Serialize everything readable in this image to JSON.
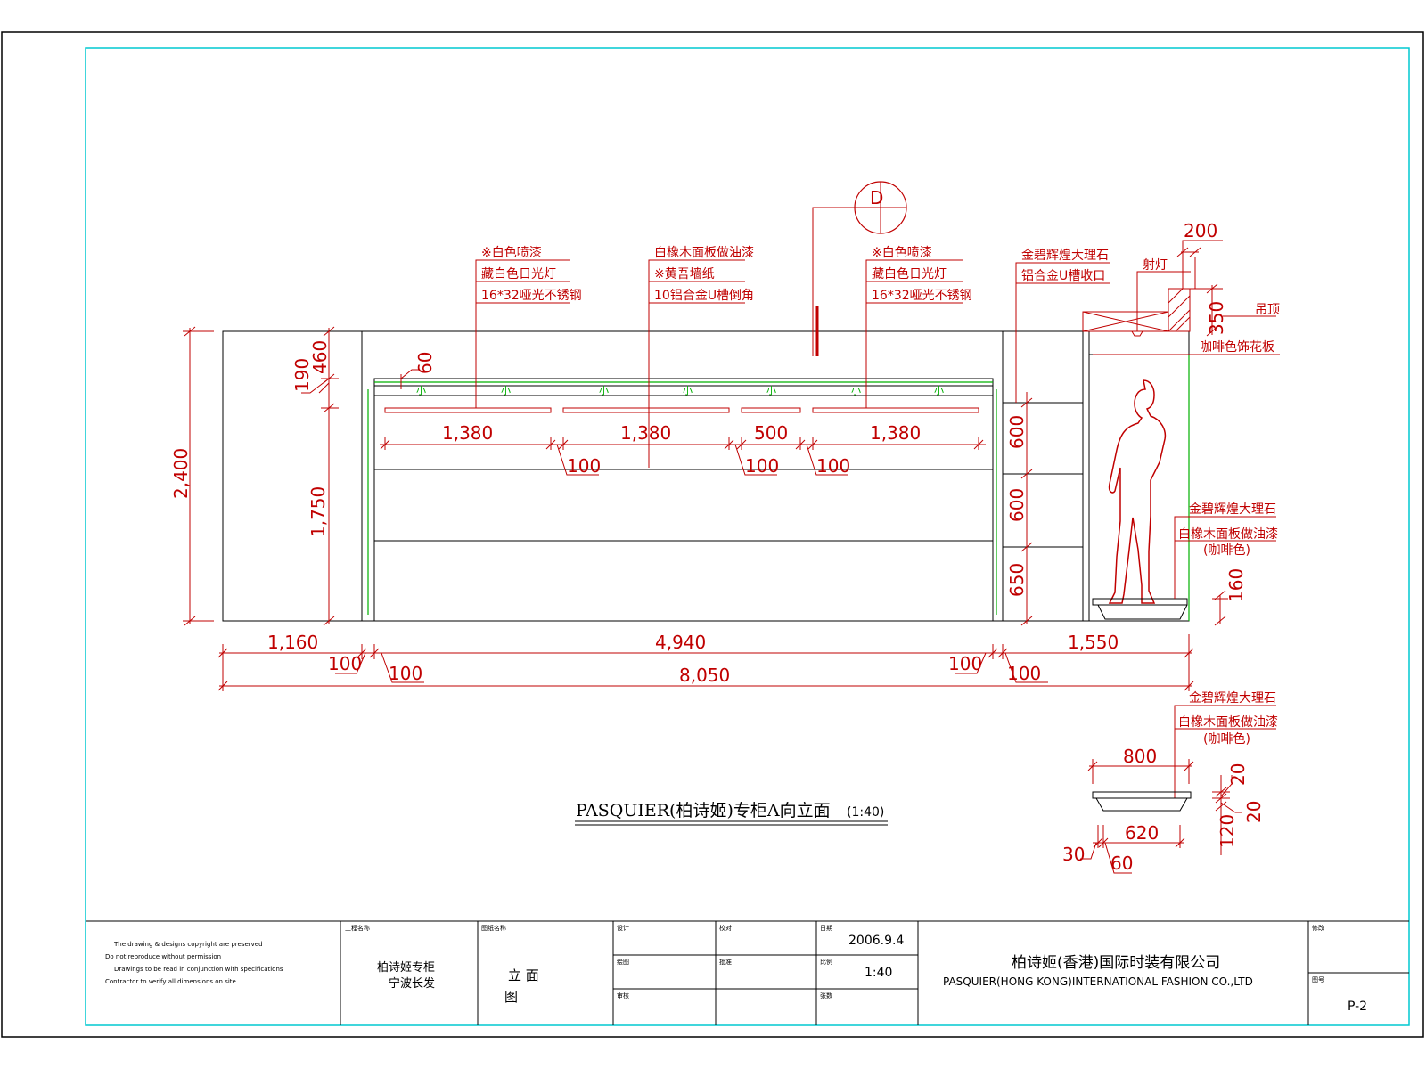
{
  "drawing": {
    "title": "PASQUIER(柏诗姬)专柜A向立面",
    "title_scale": "(1:40)",
    "section_marker": "D"
  },
  "dimensions": {
    "height_total": "2,400",
    "top_190": "190",
    "top_460": "460",
    "side_60": "60",
    "body_1750": "1,750",
    "light1": "1,380",
    "light2": "1,380",
    "light3": "500",
    "light4": "1,380",
    "gap1": "100",
    "gap2": "100",
    "gap3": "100",
    "shelf_600a": "600",
    "shelf_600b": "600",
    "shelf_650": "650",
    "base_160": "160",
    "top_200": "200",
    "top_350": "350",
    "w_1160": "1,160",
    "w_4940": "4,940",
    "w_1550": "1,550",
    "p_100a": "100",
    "p_100b": "100",
    "p_100c": "100",
    "p_100d": "100",
    "w_8050": "8,050",
    "d_800": "800",
    "d_620": "620",
    "d_30": "30",
    "d_60": "60",
    "d_20a": "20",
    "d_20b": "20",
    "d_120": "120"
  },
  "notes": {
    "left_1": "※白色喷漆",
    "left_2": "藏白色日光灯",
    "left_3": "16*32哑光不锈钢",
    "mid_1": "白橡木面板做油漆",
    "mid_2": "※黄吾墙纸",
    "mid_3": "10铝合金U槽倒角",
    "right_1": "※白色喷漆",
    "right_2": "藏白色日光灯",
    "right_3": "16*32哑光不锈钢",
    "far_1": "金碧辉煌大理石",
    "far_2": "铝合金U槽收口",
    "spot": "射灯",
    "hang": "吊顶",
    "ceiling": "咖啡色饰花板",
    "base_1": "金碧辉煌大理石",
    "base_2": "白橡木面板做油漆",
    "base_3": "(咖啡色)",
    "det_1": "金碧辉煌大理石",
    "det_2": "白橡木面板做油漆",
    "det_3": "(咖啡色)"
  },
  "title_block": {
    "fine_print": [
      "The drawing & designs copyright are preserved",
      "Do not reproduce without permission",
      "Drawings to be read in conjunction with specifications",
      "Contractor to verify all dimensions on site"
    ],
    "project_label": "工程名称",
    "project_name_1": "柏诗姬专柜",
    "project_name_2": "宁波长发",
    "drawing_label": "图纸名称",
    "drawing_name_1": "立  面",
    "drawing_name_2": "图",
    "c_label_1": "设计",
    "c_label_2": "绘图",
    "c_label_3": "审核",
    "d_label_1": "校对",
    "d_label_2": "批准",
    "date_label": "日期",
    "date": "2006.9.4",
    "scale_label": "比例",
    "scale": "1:40",
    "sheet_label": "张数",
    "company_cn": "柏诗姬(香港)国际时装有限公司",
    "company_en": "PASQUIER(HONG KONG)INTERNATIONAL FASHION CO.,LTD",
    "rev_label": "修改",
    "num_label": "图号",
    "sheet_no": "P-2"
  }
}
